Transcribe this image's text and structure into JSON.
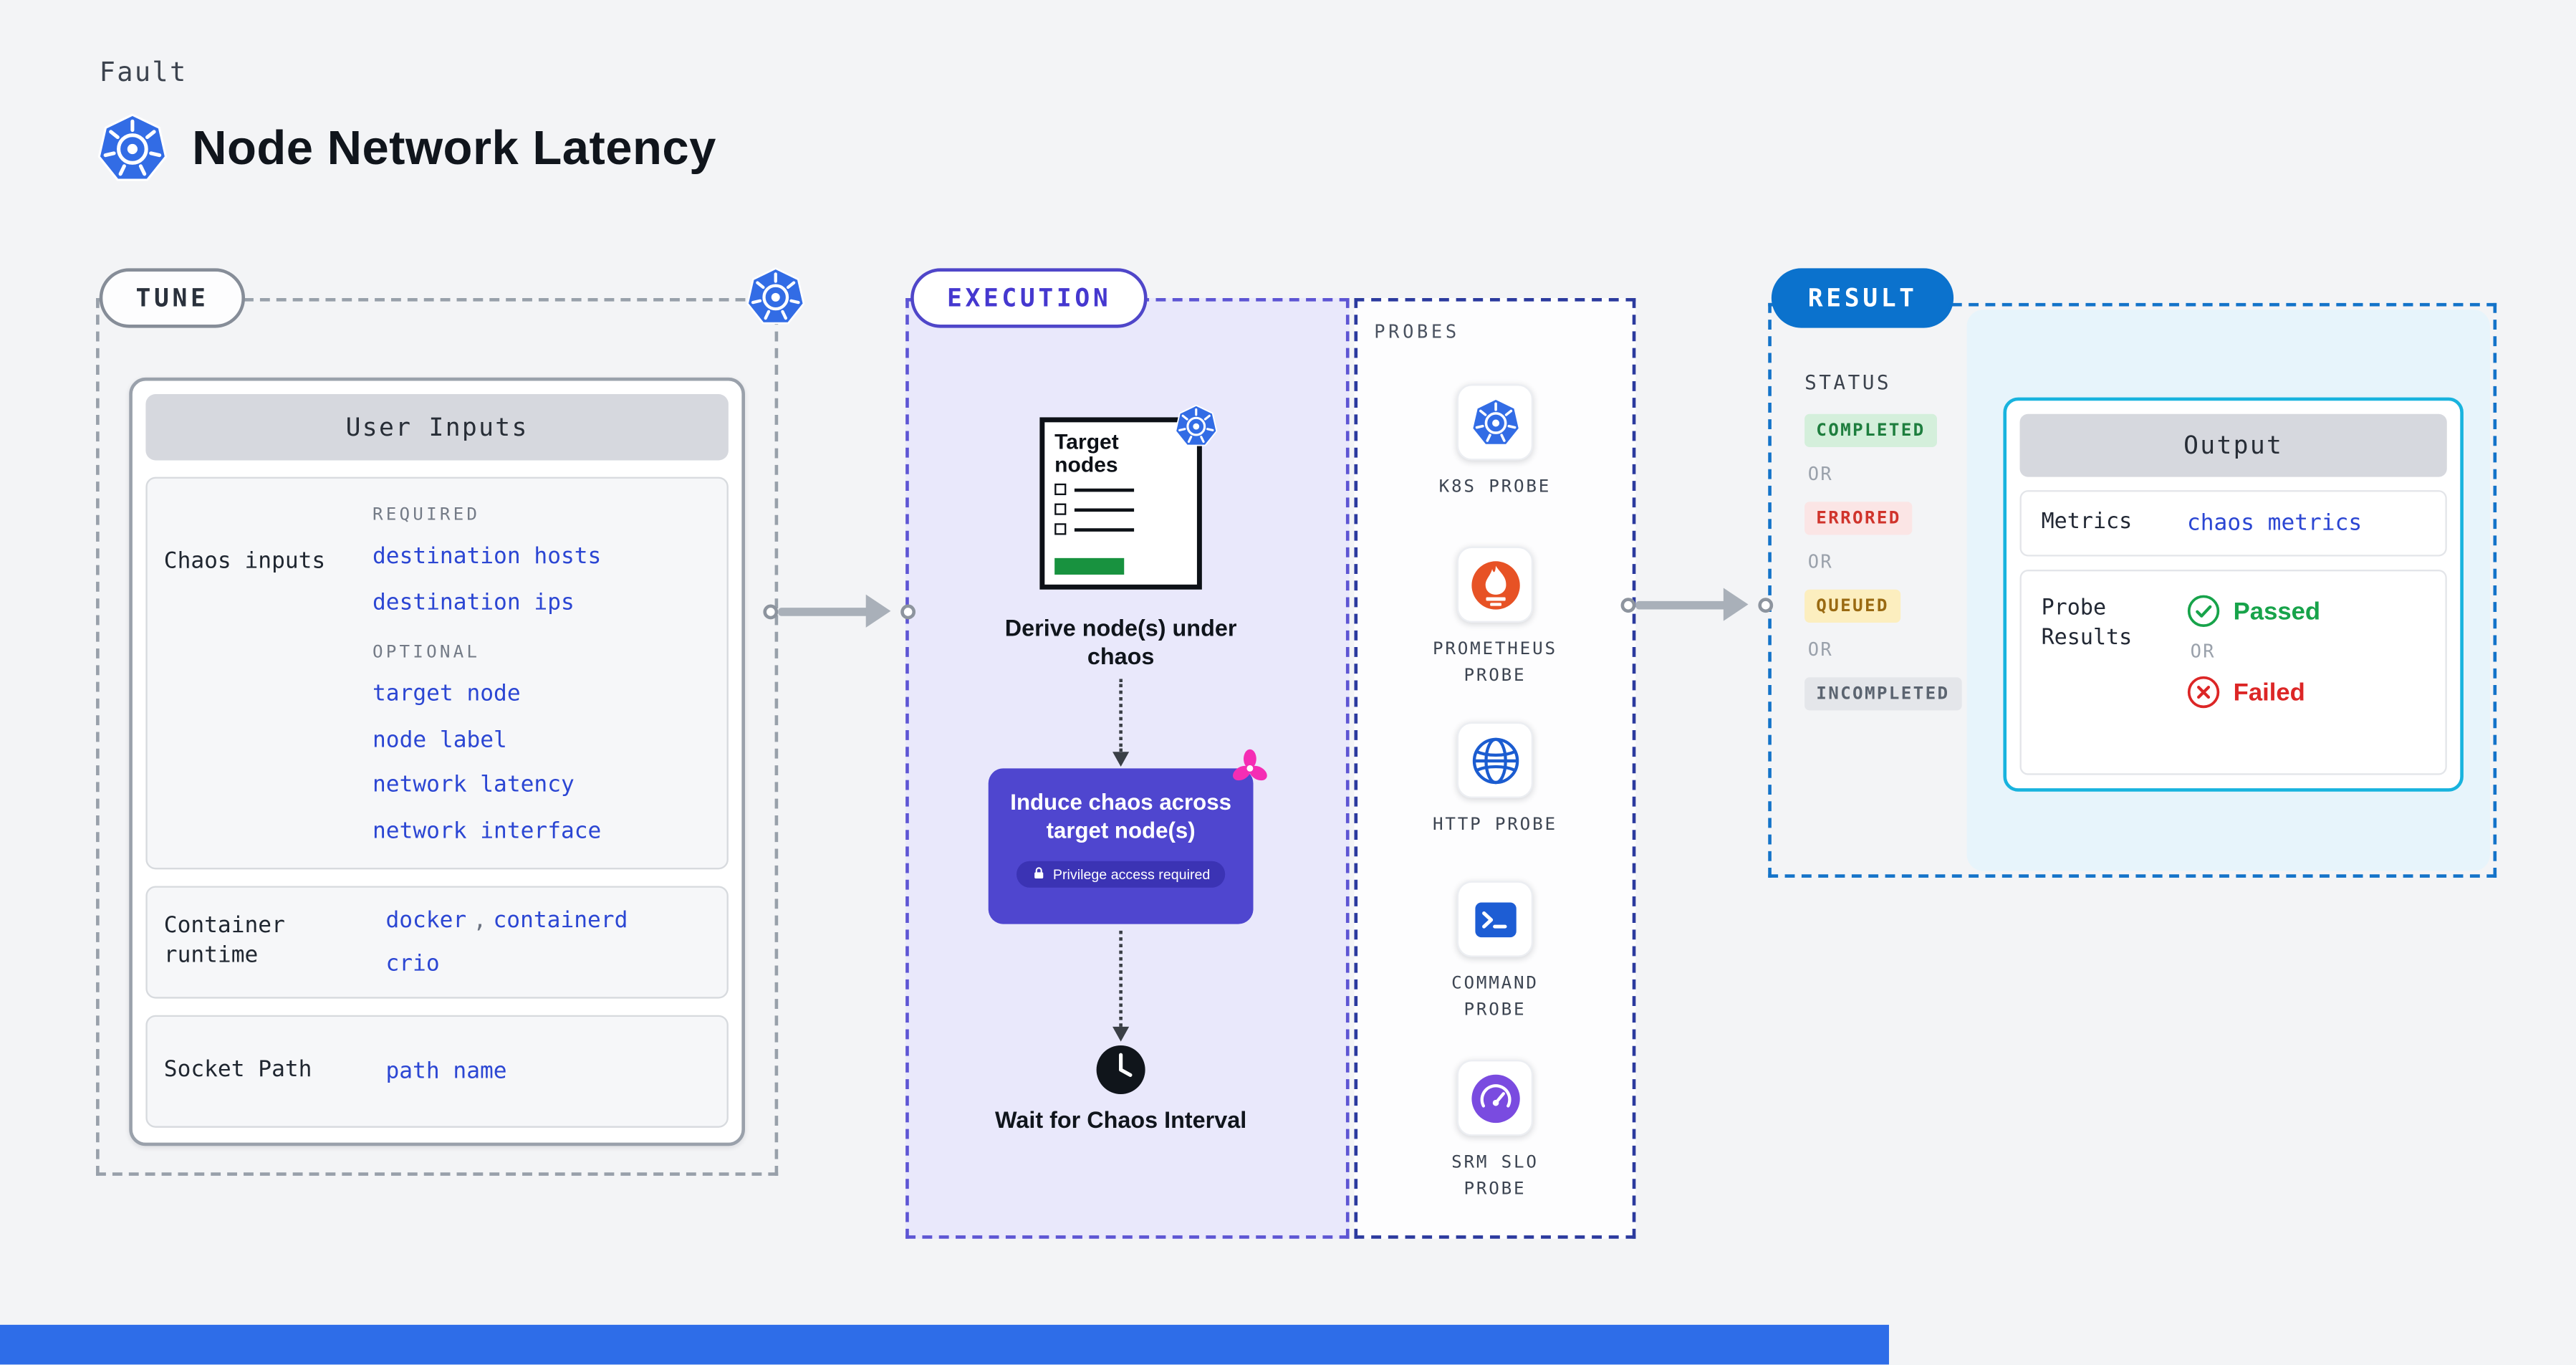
{
  "header": {
    "kicker": "Fault",
    "title": "Node Network Latency"
  },
  "tune": {
    "pill_label": "TUNE",
    "card_title": "User Inputs",
    "chaos_inputs": {
      "label": "Chaos inputs",
      "required_heading": "REQUIRED",
      "required": [
        "destination hosts",
        "destination ips"
      ],
      "optional_heading": "OPTIONAL",
      "optional": [
        "target node",
        "node label",
        "network latency",
        "network interface"
      ]
    },
    "runtime": {
      "label": "Container runtime",
      "values": [
        "docker",
        "containerd",
        "crio"
      ],
      "separator": ","
    },
    "socket": {
      "label": "Socket Path",
      "value": "path name"
    }
  },
  "execution": {
    "pill_label": "EXECUTION",
    "target_nodes": {
      "title": "Target nodes"
    },
    "derive_label": "Derive node(s) under chaos",
    "induce_label": "Induce chaos across target node(s)",
    "privilege_label": "Privilege access required",
    "wait_label": "Wait for Chaos Interval"
  },
  "probes": {
    "heading": "PROBES",
    "items": [
      {
        "label": "K8S PROBE",
        "icon": "kubernetes-icon"
      },
      {
        "label": "PROMETHEUS PROBE",
        "icon": "prometheus-icon"
      },
      {
        "label": "HTTP PROBE",
        "icon": "globe-icon"
      },
      {
        "label": "COMMAND PROBE",
        "icon": "terminal-icon"
      },
      {
        "label": "SRM SLO PROBE",
        "icon": "gauge-icon"
      }
    ]
  },
  "result": {
    "pill_label": "RESULT",
    "status_heading": "STATUS",
    "or_label": "OR",
    "statuses": [
      {
        "label": "COMPLETED",
        "bg": "#d4efdb",
        "color": "#1e7e3e"
      },
      {
        "label": "ERRORED",
        "bg": "#fbe5e5",
        "color": "#d0342c"
      },
      {
        "label": "QUEUED",
        "bg": "#fceebf",
        "color": "#9a6a12"
      },
      {
        "label": "INCOMPLETED",
        "bg": "#e4e6ea",
        "color": "#5b6470"
      }
    ],
    "output": {
      "title": "Output",
      "metrics_label": "Metrics",
      "metrics_value": "chaos metrics",
      "probe_results_label": "Probe Results",
      "passed_label": "Passed",
      "or_label": "OR",
      "failed_label": "Failed"
    }
  },
  "colors": {
    "kubernetes_blue": "#326ce5",
    "execution_fill": "#e9e8fb",
    "execution_border": "#5d55d4",
    "probes_border": "#2b3a9e",
    "result_border": "#1473c9",
    "result_fill": "#e7f4fb",
    "output_border": "#18b3de",
    "code_blue": "#2b46d3",
    "induce_purple": "#4f46cf",
    "chaos_pink": "#f52db4",
    "passed_green": "#17a34a",
    "failed_red": "#dc2626",
    "bottom_bar_blue": "#2e6de8"
  }
}
